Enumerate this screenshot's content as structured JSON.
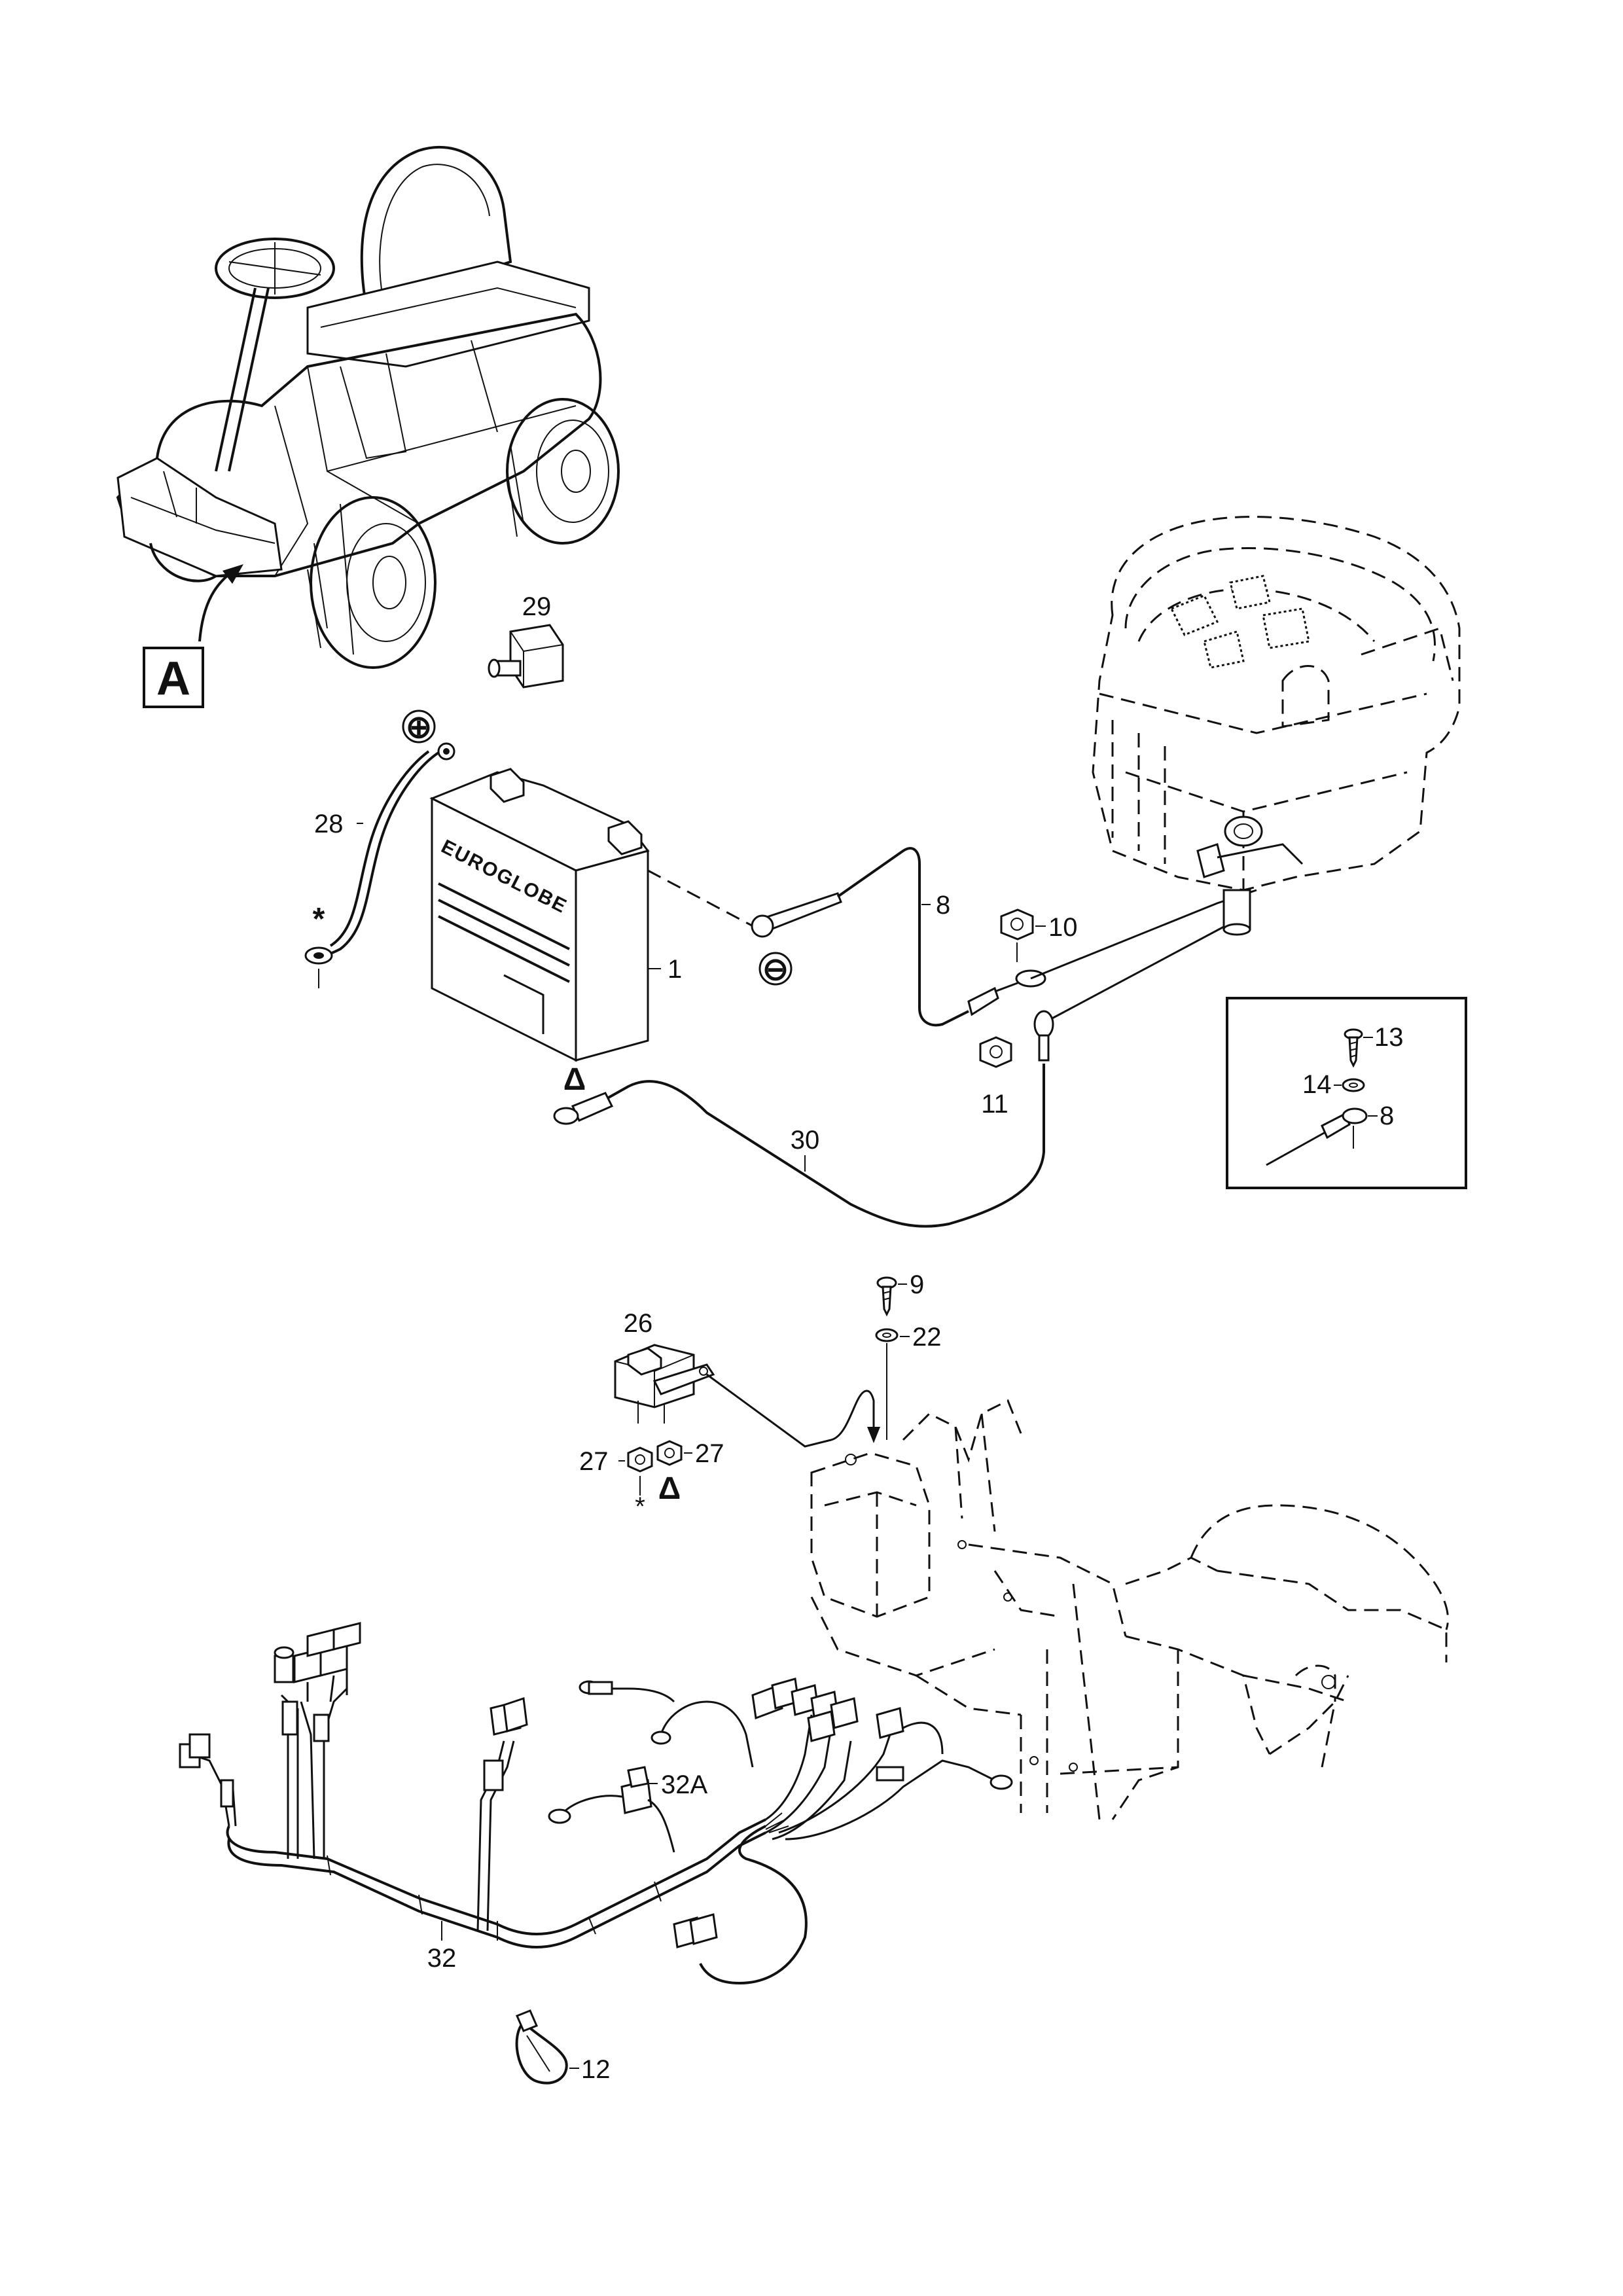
{
  "section": {
    "label": "A"
  },
  "battery": {
    "brand": "EUROGLOBE"
  },
  "markers": {
    "positive": "⊕",
    "negative": "⊖",
    "asterisk": "*",
    "triangle": "Δ"
  },
  "callouts": {
    "c1": "1",
    "c8a": "8",
    "c8b": "8",
    "c9": "9",
    "c10": "10",
    "c11": "11",
    "c12": "12",
    "c13": "13",
    "c14": "14",
    "c22": "22",
    "c26": "26",
    "c27a": "27",
    "c27b": "27",
    "c28": "28",
    "c29": "29",
    "c30": "30",
    "c32": "32",
    "c32a": "32A"
  },
  "icons": {
    "mower": "ride-on-mower-icon",
    "engine": "engine-icon",
    "battery": "battery-icon",
    "relay": "starter-relay-icon",
    "harness": "wiring-harness-icon",
    "frame": "chassis-frame-icon"
  },
  "colors": {
    "line": "#111111",
    "background": "#ffffff"
  }
}
